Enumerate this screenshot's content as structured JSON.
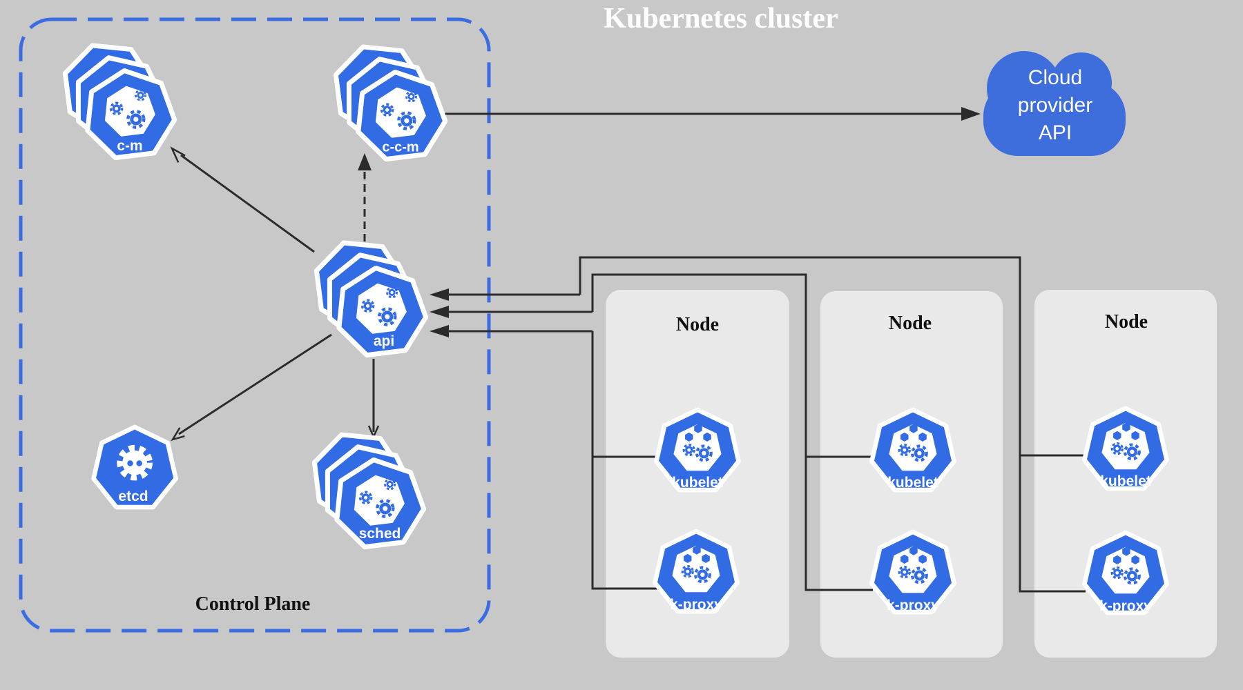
{
  "title": "Kubernetes cluster",
  "colors": {
    "bg": "#c8c8c8",
    "k8s-blue": "#326ce5",
    "cloud-blue": "#3d6edb",
    "cp-border": "#3c6ce1",
    "node-bg": "#e9e9e9",
    "line": "#2b2b2b",
    "label-dark": "#111111",
    "label-light": "#ffffff"
  },
  "control_plane": {
    "label": "Control Plane",
    "components": {
      "cm": {
        "label": "c-m",
        "icon": "gears-icon"
      },
      "ccm": {
        "label": "c-c-m",
        "icon": "gears-icon"
      },
      "api": {
        "label": "api",
        "icon": "gears-icon"
      },
      "etcd": {
        "label": "etcd",
        "icon": "etcd-gear-icon"
      },
      "sched": {
        "label": "sched",
        "icon": "gears-icon"
      }
    }
  },
  "cloud": {
    "line1": "Cloud",
    "line2": "provider",
    "line3": "API"
  },
  "nodes": {
    "node1": {
      "label": "Node",
      "kubelet": "kubelet",
      "kproxy": "k-proxy"
    },
    "node2": {
      "label": "Node",
      "kubelet": "kubelet",
      "kproxy": "k-proxy"
    },
    "node3": {
      "label": "Node",
      "kubelet": "kubelet",
      "kproxy": "k-proxy"
    }
  }
}
